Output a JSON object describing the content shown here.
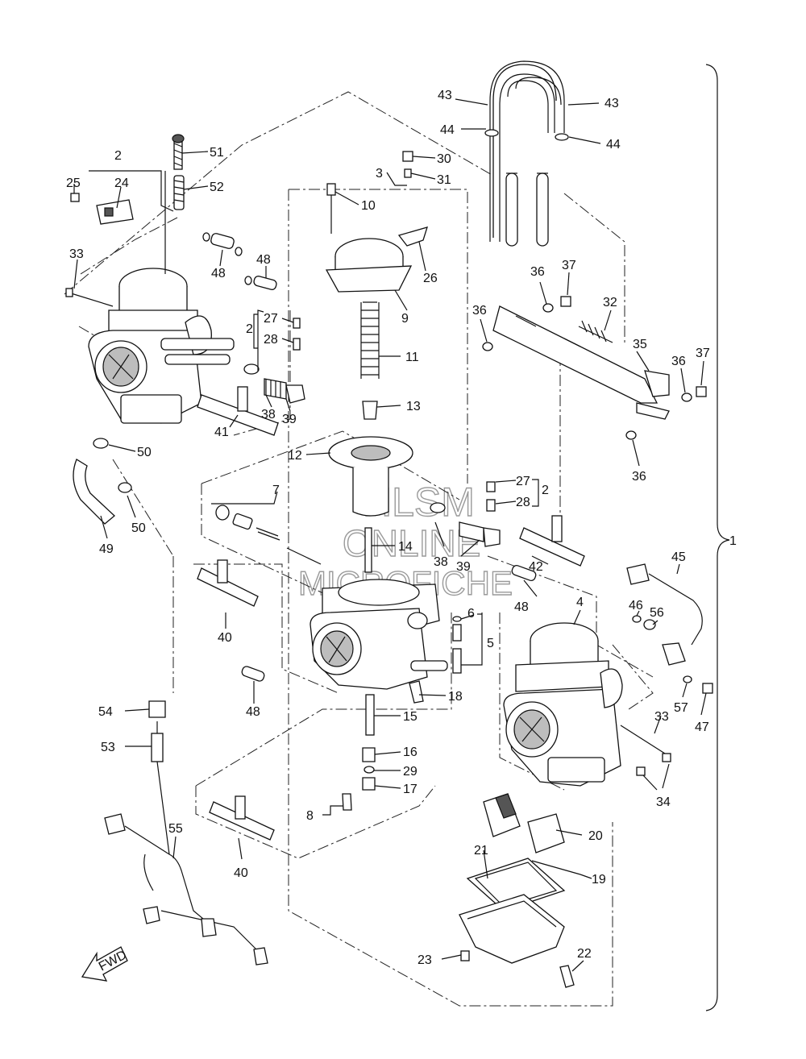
{
  "watermark": {
    "line1": "HLSM",
    "line2": "ONLINE",
    "line3": "MICROFICHE"
  },
  "fwd_label": "FWD",
  "callouts": [
    {
      "id": "c1",
      "text": "1"
    },
    {
      "id": "c2a",
      "text": "2"
    },
    {
      "id": "c2b",
      "text": "2"
    },
    {
      "id": "c2c",
      "text": "2"
    },
    {
      "id": "c3",
      "text": "3"
    },
    {
      "id": "c4",
      "text": "4"
    },
    {
      "id": "c5",
      "text": "5"
    },
    {
      "id": "c6",
      "text": "6"
    },
    {
      "id": "c7",
      "text": "7"
    },
    {
      "id": "c8",
      "text": "8"
    },
    {
      "id": "c9",
      "text": "9"
    },
    {
      "id": "c10",
      "text": "10"
    },
    {
      "id": "c11",
      "text": "11"
    },
    {
      "id": "c12",
      "text": "12"
    },
    {
      "id": "c13",
      "text": "13"
    },
    {
      "id": "c14",
      "text": "14"
    },
    {
      "id": "c15",
      "text": "15"
    },
    {
      "id": "c16",
      "text": "16"
    },
    {
      "id": "c17",
      "text": "17"
    },
    {
      "id": "c18",
      "text": "18"
    },
    {
      "id": "c19",
      "text": "19"
    },
    {
      "id": "c20",
      "text": "20"
    },
    {
      "id": "c21",
      "text": "21"
    },
    {
      "id": "c22",
      "text": "22"
    },
    {
      "id": "c23",
      "text": "23"
    },
    {
      "id": "c24",
      "text": "24"
    },
    {
      "id": "c25",
      "text": "25"
    },
    {
      "id": "c26",
      "text": "26"
    },
    {
      "id": "c27a",
      "text": "27"
    },
    {
      "id": "c27b",
      "text": "27"
    },
    {
      "id": "c28a",
      "text": "28"
    },
    {
      "id": "c28b",
      "text": "28"
    },
    {
      "id": "c29",
      "text": "29"
    },
    {
      "id": "c30",
      "text": "30"
    },
    {
      "id": "c31",
      "text": "31"
    },
    {
      "id": "c32",
      "text": "32"
    },
    {
      "id": "c33a",
      "text": "33"
    },
    {
      "id": "c33b",
      "text": "33"
    },
    {
      "id": "c34",
      "text": "34"
    },
    {
      "id": "c35",
      "text": "35"
    },
    {
      "id": "c36a",
      "text": "36"
    },
    {
      "id": "c36b",
      "text": "36"
    },
    {
      "id": "c36c",
      "text": "36"
    },
    {
      "id": "c36d",
      "text": "36"
    },
    {
      "id": "c37a",
      "text": "37"
    },
    {
      "id": "c37b",
      "text": "37"
    },
    {
      "id": "c38a",
      "text": "38"
    },
    {
      "id": "c38b",
      "text": "38"
    },
    {
      "id": "c39a",
      "text": "39"
    },
    {
      "id": "c39b",
      "text": "39"
    },
    {
      "id": "c40a",
      "text": "40"
    },
    {
      "id": "c40b",
      "text": "40"
    },
    {
      "id": "c41",
      "text": "41"
    },
    {
      "id": "c42",
      "text": "42"
    },
    {
      "id": "c43a",
      "text": "43"
    },
    {
      "id": "c43b",
      "text": "43"
    },
    {
      "id": "c44a",
      "text": "44"
    },
    {
      "id": "c44b",
      "text": "44"
    },
    {
      "id": "c45",
      "text": "45"
    },
    {
      "id": "c46",
      "text": "46"
    },
    {
      "id": "c47",
      "text": "47"
    },
    {
      "id": "c48a",
      "text": "48"
    },
    {
      "id": "c48b",
      "text": "48"
    },
    {
      "id": "c48c",
      "text": "48"
    },
    {
      "id": "c48d",
      "text": "48"
    },
    {
      "id": "c49",
      "text": "49"
    },
    {
      "id": "c50a",
      "text": "50"
    },
    {
      "id": "c50b",
      "text": "50"
    },
    {
      "id": "c51",
      "text": "51"
    },
    {
      "id": "c52",
      "text": "52"
    },
    {
      "id": "c53",
      "text": "53"
    },
    {
      "id": "c54",
      "text": "54"
    },
    {
      "id": "c55",
      "text": "55"
    },
    {
      "id": "c56",
      "text": "56"
    },
    {
      "id": "c57",
      "text": "57"
    }
  ]
}
